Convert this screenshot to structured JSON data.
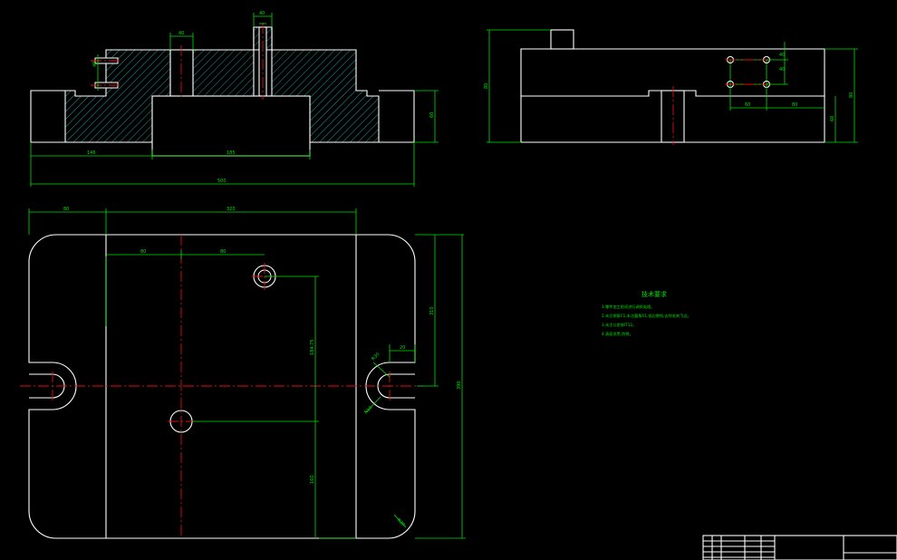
{
  "drawing": {
    "background": "#000000",
    "outline_color": "#ffffff",
    "dimension_color": "#00e000",
    "centerline_color": "#e01010",
    "hatch_color": "#20c0c0"
  },
  "dimensions": {
    "front": {
      "top_slot_width": "40",
      "boss_width": "40",
      "bolt_spacing": "40",
      "height": "60",
      "left_segment": "146",
      "center_segment": "185",
      "overall_width": "500"
    },
    "side": {
      "overall_height": "80",
      "right_height": "80",
      "right_lower": "60",
      "hole_pitch_v": "40",
      "hole_offset": "60",
      "hole_pitch_h": "80"
    },
    "top": {
      "left_offset": "80",
      "top_width": "320",
      "hole_x1": "80",
      "hole_x2": "80",
      "vert_upper": "184.75",
      "vert_lower": "160",
      "right_height": "310",
      "overall_height": "390",
      "slot_width": "20",
      "slot_radius": "R30",
      "slot_radius_2": "R10",
      "corner_radius": "R30"
    }
  },
  "notes": {
    "title": "技术要求",
    "lines": [
      "1.零件加工前须进行调质处理。",
      "2.未注倒角C1,未注圆角R1,锐边倒钝,去除毛刺飞边。",
      "3.未注公差按IT12。",
      "4.表面发黑,防锈。"
    ]
  },
  "title_block": {}
}
